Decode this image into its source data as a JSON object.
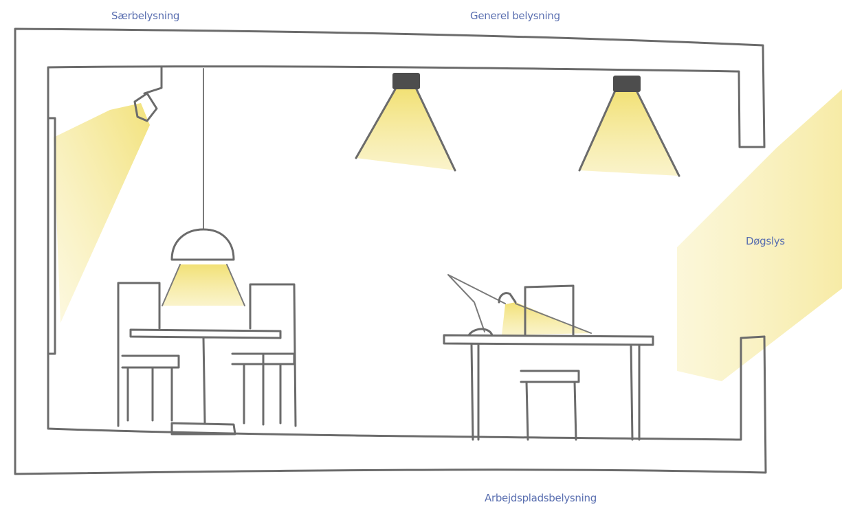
{
  "labels": {
    "accent_light": "Særbelysning",
    "general_light": "Generel belysning",
    "daylight": "Døgslys",
    "task_light": "Arbejdspladsbelysning"
  },
  "colors": {
    "label_text": "#5a6fb0",
    "pencil": "#6b6b6b",
    "light_fill": "#f3e48a",
    "background": "#ffffff"
  }
}
